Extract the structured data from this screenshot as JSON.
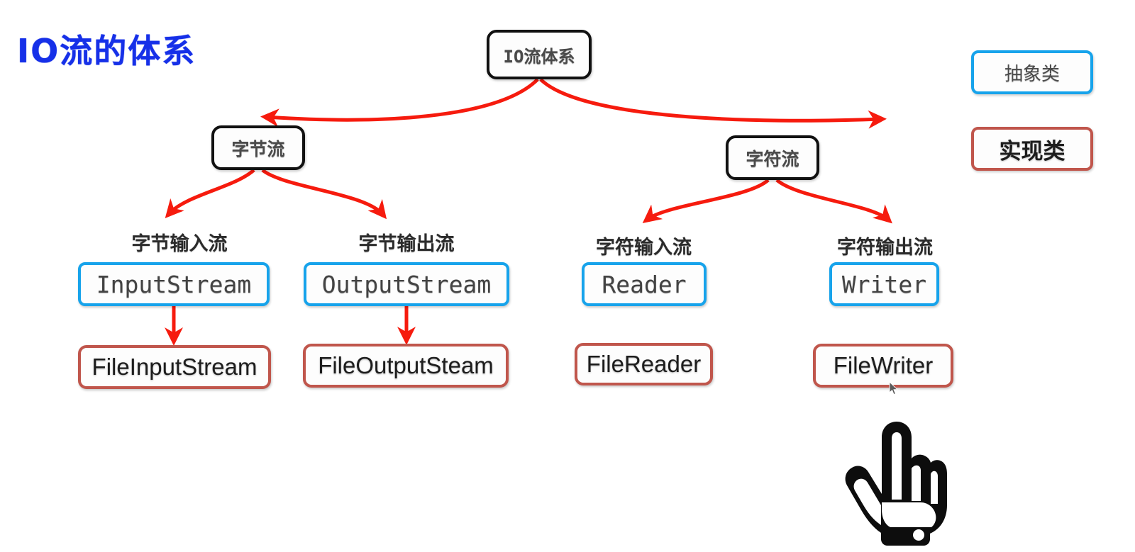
{
  "title": "IO流的体系",
  "colors": {
    "title_blue": "#1630e8",
    "arrow_red": "#f61b0e",
    "abstract_border": "#17a3eb",
    "impl_border": "#c0564c",
    "structural_border": "#111111",
    "background": "#ffffff"
  },
  "root": {
    "label": "IO流体系"
  },
  "branches": [
    {
      "label": "字节流"
    },
    {
      "label": "字符流"
    }
  ],
  "captions": [
    {
      "label": "字节输入流"
    },
    {
      "label": "字节输出流"
    },
    {
      "label": "字符输入流"
    },
    {
      "label": "字符输出流"
    }
  ],
  "abstract_classes": [
    {
      "label": "InputStream"
    },
    {
      "label": "OutputStream"
    },
    {
      "label": "Reader"
    },
    {
      "label": "Writer"
    }
  ],
  "impl_classes": [
    {
      "label": "FileInputStream"
    },
    {
      "label": "FileOutputSteam"
    },
    {
      "label": "FileReader"
    },
    {
      "label": "FileWriter"
    }
  ],
  "legend": [
    {
      "label": "抽象类",
      "kind": "abstract"
    },
    {
      "label": "实现类",
      "kind": "impl"
    }
  ],
  "cursor": {
    "icon": "pointing-hand-cursor"
  }
}
